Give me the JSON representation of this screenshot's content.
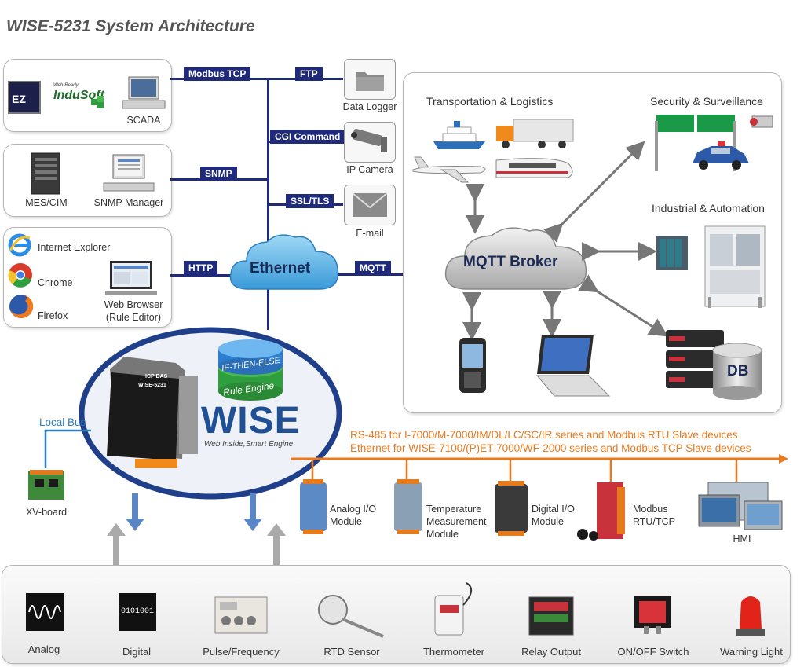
{
  "title": "WISE-5231 System Architecture",
  "scada_panel": {
    "items": [
      "SCADA"
    ]
  },
  "mes_panel": {
    "items": [
      "MES/CIM",
      "SNMP Manager"
    ]
  },
  "browser_panel": {
    "browsers": [
      "Internet Explorer",
      "Chrome",
      "Firefox"
    ],
    "web_browser": "Web Browser",
    "rule_editor": "(Rule Editor)"
  },
  "protocols": {
    "modbus_tcp": "Modbus TCP",
    "ftp": "FTP",
    "cgi": "CGI Command",
    "snmp": "SNMP",
    "ssl": "SSL/TLS",
    "http": "HTTP",
    "mqtt": "MQTT"
  },
  "services": {
    "data_logger": "Data Logger",
    "ip_camera": "IP Camera",
    "email": "E-mail"
  },
  "ethernet": "Ethernet",
  "mqtt_broker": "MQTT Broker",
  "mqtt_panel": {
    "transport": "Transportation & Logistics",
    "security": "Security & Surveillance",
    "industrial": "Industrial & Automation",
    "db": "DB"
  },
  "wise": {
    "brand": "WISE",
    "tagline": "Web Inside,Smart Engine",
    "cyl_top": "IF-THEN-ELSE",
    "cyl_bottom": "Rule Engine",
    "device_label": "WISE-5231",
    "device_brand": "ICP DAS"
  },
  "local_bus": {
    "label": "Local Bus",
    "board": "XV-board"
  },
  "rs485": {
    "line1": "RS-485 for I-7000/M-7000/tM/DL/LC/SC/IR series and Modbus RTU Slave devices",
    "line2": "Ethernet for WISE-7100/(P)ET-7000/WF-2000 series and Modbus TCP Slave devices"
  },
  "modules": [
    {
      "line1": "Analog I/O",
      "line2": "Module",
      "line3": ""
    },
    {
      "line1": "Temperature",
      "line2": "Measurement",
      "line3": "Module"
    },
    {
      "line1": "Digital I/O",
      "line2": "Module",
      "line3": ""
    },
    {
      "line1": "Modbus",
      "line2": "RTU/TCP",
      "line3": ""
    },
    {
      "line1": "HMI",
      "line2": "",
      "line3": ""
    }
  ],
  "sensors": [
    "Analog",
    "Digital",
    "Pulse/Frequency",
    "RTD Sensor",
    "Thermometer",
    "Relay Output",
    "ON/OFF Switch",
    "Warning Light"
  ],
  "digital_display": "0101001",
  "colors": {
    "navy": "#1f2a7a",
    "orange": "#e87a1e",
    "blue": "#2e5fa3",
    "green": "#2e9e3e"
  }
}
